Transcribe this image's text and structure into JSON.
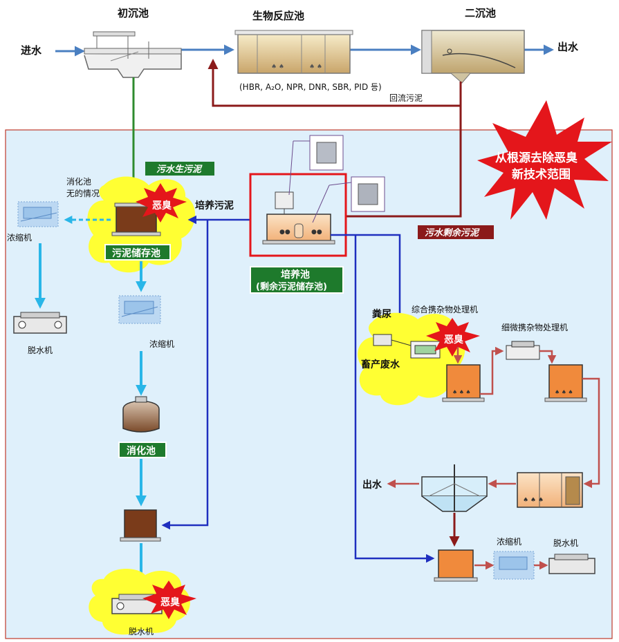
{
  "top": {
    "primary_tank": "初沉池",
    "bio_reactor": "生物反应池",
    "secondary_tank": "二沉池",
    "inflow": "进水",
    "outflow": "出水",
    "process_list": "(HBR, A₂O, NPR, DNR, SBR, PID 등)",
    "return_sludge": "回流污泥"
  },
  "callout": {
    "line1": "从根源去除恶臭",
    "line2": "新技术范围"
  },
  "tags": {
    "raw_sludge": "污水生污泥",
    "excess_sludge": "污水剩余污泥"
  },
  "left": {
    "no_digester_1": "消化池",
    "no_digester_2": "无的情况",
    "thickener_a": "浓缩机",
    "dewater_a": "脱水机",
    "storage_label": "污泥储存池",
    "odor_1": "恶臭",
    "culture_sludge": "培养污泥",
    "thickener_b": "浓缩机",
    "digester_label": "消化池",
    "odor_2": "恶臭",
    "dewater_b": "脱水机"
  },
  "center": {
    "culture_tank_1": "培养池",
    "culture_tank_2": "(剩余污泥储存池)"
  },
  "right": {
    "manure": "粪尿",
    "livestock": "畜产废水",
    "pretreat": "综合携杂物处理机",
    "odor_3": "恶臭",
    "fine_screen": "细微携杂物处理机",
    "outflow_2": "出水",
    "thickener_c": "浓缩机",
    "dewater_c": "脱水机"
  },
  "colors": {
    "panel_bg": "#dff0fb",
    "panel_border": "#c0392b",
    "flow_blue": "#4a7fc1",
    "green_line": "#2e8b2e",
    "maroon": "#8b1a1a",
    "navy": "#1f2fbf",
    "cyan": "#29b6e8",
    "sludge_brown": "#7a3b1a",
    "orange_fill": "#f08a3c",
    "yellow_cloud": "#ffff33",
    "red_burst": "#e4161b",
    "tag_green": "#1e7a2c"
  }
}
